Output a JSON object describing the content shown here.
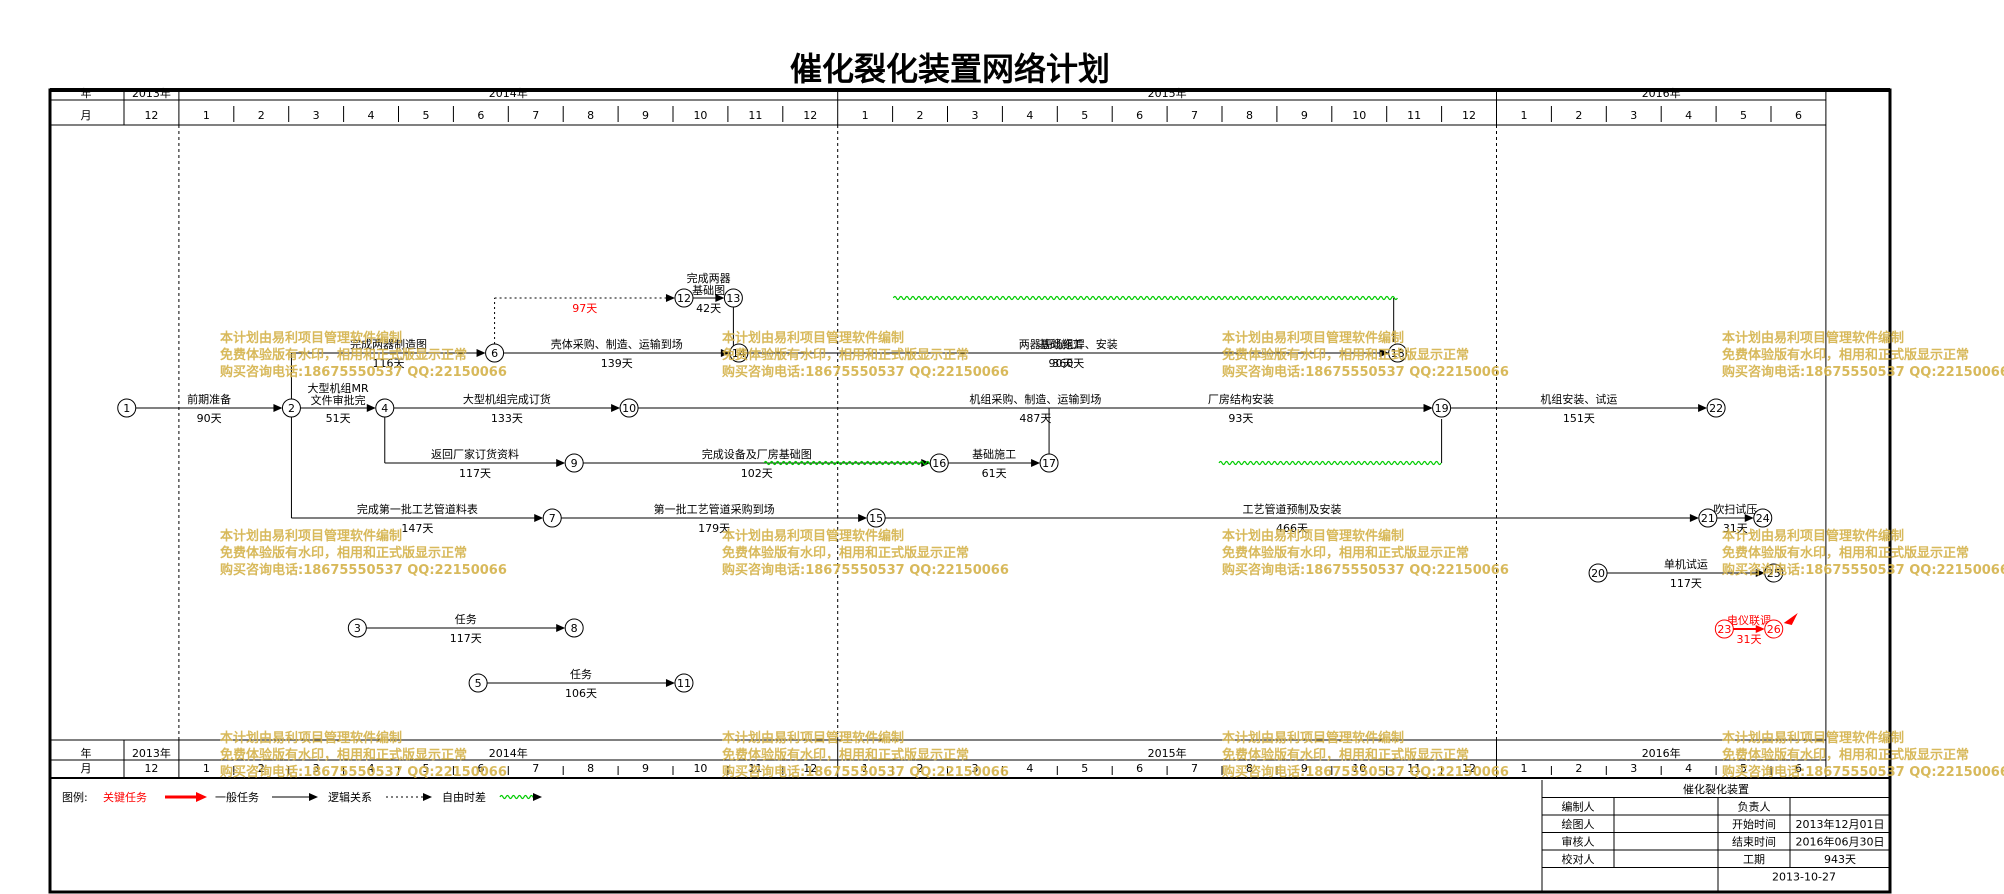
{
  "title": "催化裂化装置网络计划",
  "header": {
    "year_label": "年",
    "month_label": "月"
  },
  "years": [
    {
      "label": "2013年",
      "months": [
        "12"
      ]
    },
    {
      "label": "2014年",
      "months": [
        "1",
        "2",
        "3",
        "4",
        "5",
        "6",
        "7",
        "8",
        "9",
        "10",
        "11",
        "12"
      ]
    },
    {
      "label": "2015年",
      "months": [
        "1",
        "2",
        "3",
        "4",
        "5",
        "6",
        "7",
        "8",
        "9",
        "10",
        "11",
        "12"
      ]
    },
    {
      "label": "2016年",
      "months": [
        "1",
        "2",
        "3",
        "4",
        "5",
        "6"
      ]
    }
  ],
  "nodes": [
    {
      "id": "1",
      "label": "1",
      "month": 0.05
    },
    {
      "id": "2",
      "label": "2",
      "month": 3.05
    },
    {
      "id": "3",
      "label": "3",
      "month": 4.25
    },
    {
      "id": "4",
      "label": "4",
      "month": 4.75
    },
    {
      "id": "5",
      "label": "5",
      "month": 6.45
    },
    {
      "id": "6",
      "label": "6",
      "month": 6.75
    },
    {
      "id": "7",
      "label": "7",
      "month": 7.8
    },
    {
      "id": "8",
      "label": "8",
      "month": 8.2
    },
    {
      "id": "9",
      "label": "9",
      "month": 8.2
    },
    {
      "id": "10",
      "label": "10",
      "month": 9.2
    },
    {
      "id": "11",
      "label": "11",
      "month": 10.2
    },
    {
      "id": "12",
      "label": "12",
      "month": 10.2
    },
    {
      "id": "13",
      "label": "13",
      "month": 11.1
    },
    {
      "id": "14",
      "label": "14",
      "month": 11.2
    },
    {
      "id": "15",
      "label": "15",
      "month": 13.7
    },
    {
      "id": "16",
      "label": "16",
      "month": 14.85
    },
    {
      "id": "17",
      "label": "17",
      "month": 16.85
    },
    {
      "id": "18",
      "label": "18",
      "month": 23.2
    },
    {
      "id": "19",
      "label": "19",
      "month": 24.0
    },
    {
      "id": "20",
      "label": "20",
      "month": 26.85
    },
    {
      "id": "21",
      "label": "21",
      "month": 28.85
    },
    {
      "id": "22",
      "label": "22",
      "month": 29.0
    },
    {
      "id": "23",
      "label": "23",
      "month": 29.15
    },
    {
      "id": "24",
      "label": "24",
      "month": 29.85
    },
    {
      "id": "25",
      "label": "25",
      "month": 30.05
    },
    {
      "id": "26",
      "label": "26",
      "month": 30.05
    }
  ],
  "activities": [
    {
      "from": "1",
      "to": "2",
      "name": "前期准备",
      "duration": "90天",
      "type": "normal"
    },
    {
      "from": "2",
      "to": "6",
      "name": "完成两器制造图",
      "duration": "116天",
      "type": "normal"
    },
    {
      "from": "2",
      "to": "4",
      "name": "大型机组MR文件审批完",
      "duration": "51天",
      "type": "normal"
    },
    {
      "from": "6",
      "to": "12",
      "name": "",
      "duration": "97天",
      "type": "free"
    },
    {
      "from": "12",
      "to": "13",
      "name": "完成两器基础图",
      "duration": "42天",
      "type": "normal"
    },
    {
      "from": "13",
      "to": "18",
      "name": "基础施工",
      "duration": "90天",
      "type": "normal"
    },
    {
      "from": "6",
      "to": "14",
      "name": "壳体采购、制造、运输到场",
      "duration": "139天",
      "type": "normal"
    },
    {
      "from": "14",
      "to": "18",
      "name": "两器现场组焊、安装",
      "duration": "360天",
      "type": "normal"
    },
    {
      "from": "4",
      "to": "10",
      "name": "大型机组完成订货",
      "duration": "133天",
      "type": "normal"
    },
    {
      "from": "10",
      "to": "19",
      "name": "机组采购、制造、运输到场",
      "duration": "487天",
      "type": "normal"
    },
    {
      "from": "19",
      "to": "22",
      "name": "机组安装、试运",
      "duration": "151天",
      "type": "normal"
    },
    {
      "from": "4",
      "to": "9",
      "name": "返回厂家订货资料",
      "duration": "117天",
      "type": "normal"
    },
    {
      "from": "9",
      "to": "16",
      "name": "完成设备及厂房基础图",
      "duration": "102天",
      "type": "normal"
    },
    {
      "from": "16",
      "to": "17",
      "name": "基础施工",
      "duration": "61天",
      "type": "normal"
    },
    {
      "from": "17",
      "to": "19",
      "name": "厂房结构安装",
      "duration": "93天",
      "type": "normal"
    },
    {
      "from": "2",
      "to": "7",
      "name": "完成第一批工艺管道料表",
      "duration": "147天",
      "type": "normal"
    },
    {
      "from": "7",
      "to": "15",
      "name": "第一批工艺管道采购到场",
      "duration": "179天",
      "type": "normal"
    },
    {
      "from": "15",
      "to": "21",
      "name": "工艺管道预制及安装",
      "duration": "466天",
      "type": "normal"
    },
    {
      "from": "21",
      "to": "24",
      "name": "吹扫试压",
      "duration": "31天",
      "type": "normal"
    },
    {
      "from": "20",
      "to": "25",
      "name": "单机试运",
      "duration": "117天",
      "type": "normal"
    },
    {
      "from": "23",
      "to": "26",
      "name": "电仪联调",
      "duration": "31天",
      "type": "critical"
    },
    {
      "from": "3",
      "to": "8",
      "name": "任务",
      "duration": "117天",
      "type": "normal"
    },
    {
      "from": "5",
      "to": "11",
      "name": "任务",
      "duration": "106天",
      "type": "normal"
    }
  ],
  "watermark": {
    "lines": [
      "本计划由易利项目管理软件编制",
      "免费体验版有水印，相用和正式版显示正常",
      "购买咨询电话:18675550537 QQ:22150066"
    ],
    "color": "#d4b24a"
  },
  "legend": {
    "title": "图例:",
    "critical": "关键任务",
    "normal": "一般任务",
    "logic": "逻辑关系",
    "free": "自由时差"
  },
  "info_table": {
    "project": "催化裂化装置",
    "rows": [
      {
        "label": "编制人",
        "value": "",
        "label2": "负责人",
        "value2": ""
      },
      {
        "label": "绘图人",
        "value": "",
        "label2": "开始时间",
        "value2": "2013年12月01日"
      },
      {
        "label": "审核人",
        "value": "",
        "label2": "结束时间",
        "value2": "2016年06月30日"
      },
      {
        "label": "校对人",
        "value": "",
        "label2": "工期",
        "value2": "943天"
      }
    ],
    "date": "2013-10-27"
  },
  "colors": {
    "critical": "#ff0000",
    "free": "#00cc00",
    "line": "#000000",
    "watermark": "#d4b24a"
  }
}
